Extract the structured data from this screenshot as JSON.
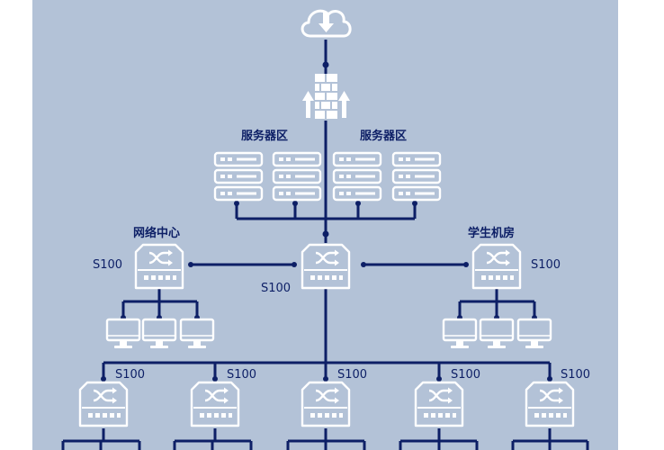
{
  "diagram": {
    "zones": {
      "server_left": "服务器区",
      "server_right": "服务器区",
      "network_center": "网络中心",
      "student_lab": "学生机房"
    },
    "switch_labels": {
      "left": "S100",
      "core": "S100",
      "right": "S100",
      "access": [
        "S100",
        "S100",
        "S100",
        "S100",
        "S100"
      ]
    },
    "icons": [
      "cloud-download-icon",
      "firewall-icon",
      "server-icon",
      "switch-icon",
      "monitor-icon"
    ],
    "colors": {
      "panel": "#b3c2d7",
      "line": "#0d1f66",
      "icon": "#ffffff",
      "text": "#0d1f66"
    }
  }
}
